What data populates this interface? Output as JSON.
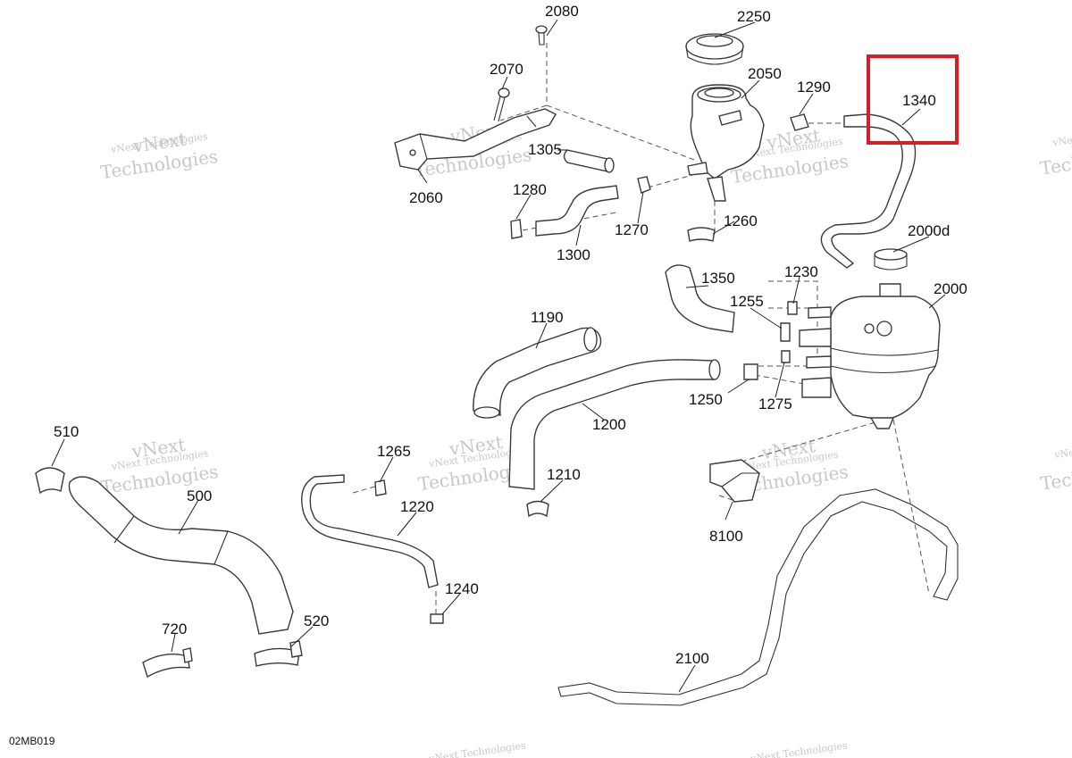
{
  "diagram_code": "02MB019",
  "highlight_color": "#d41f26",
  "watermark": {
    "line1": "vNext Technologies",
    "line2": "vNext",
    "line3": "Technologies"
  },
  "parts": [
    {
      "id": "2080",
      "label": "2080"
    },
    {
      "id": "2250",
      "label": "2250"
    },
    {
      "id": "2070",
      "label": "2070"
    },
    {
      "id": "2050",
      "label": "2050"
    },
    {
      "id": "1290",
      "label": "1290"
    },
    {
      "id": "1340",
      "label": "1340"
    },
    {
      "id": "1305",
      "label": "1305"
    },
    {
      "id": "2060",
      "label": "2060"
    },
    {
      "id": "1280",
      "label": "1280"
    },
    {
      "id": "1260",
      "label": "1260"
    },
    {
      "id": "1270",
      "label": "1270"
    },
    {
      "id": "1300",
      "label": "1300"
    },
    {
      "id": "2000d",
      "label": "2000d"
    },
    {
      "id": "1230",
      "label": "1230"
    },
    {
      "id": "2000",
      "label": "2000"
    },
    {
      "id": "1350",
      "label": "1350"
    },
    {
      "id": "1255",
      "label": "1255"
    },
    {
      "id": "1190",
      "label": "1190"
    },
    {
      "id": "1250",
      "label": "1250"
    },
    {
      "id": "1275",
      "label": "1275"
    },
    {
      "id": "1200",
      "label": "1200"
    },
    {
      "id": "510",
      "label": "510"
    },
    {
      "id": "1265",
      "label": "1265"
    },
    {
      "id": "1210",
      "label": "1210"
    },
    {
      "id": "500",
      "label": "500"
    },
    {
      "id": "1220",
      "label": "1220"
    },
    {
      "id": "8100",
      "label": "8100"
    },
    {
      "id": "1240",
      "label": "1240"
    },
    {
      "id": "720",
      "label": "720"
    },
    {
      "id": "520",
      "label": "520"
    },
    {
      "id": "2100",
      "label": "2100"
    }
  ]
}
